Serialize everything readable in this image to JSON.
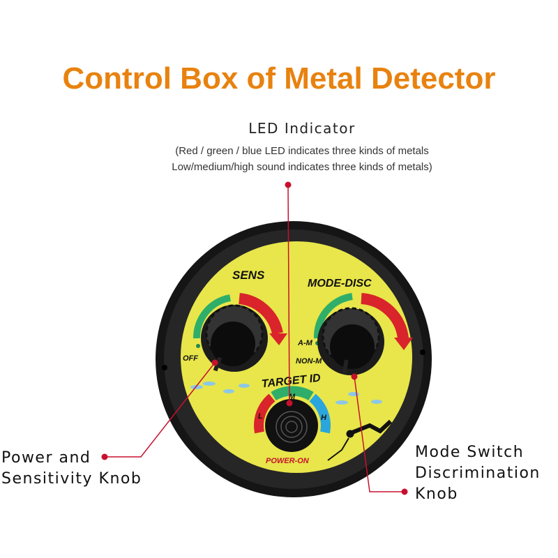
{
  "title": "Control Box of Metal Detector",
  "led": {
    "heading": "LED Indicator",
    "line1": "(Red / green / blue LED indicates three kinds of metals",
    "line2": "Low/medium/high sound indicates three kinds of metals)"
  },
  "callouts": {
    "power_line1": "Power and",
    "power_line2": "Sensitivity Knob",
    "mode_line1": "Mode Switch",
    "mode_line2": "Discrimination",
    "mode_line3": "Knob"
  },
  "device": {
    "sens": "SENS",
    "mode_disc": "MODE-DISC",
    "off": "OFF",
    "am": "A-M",
    "nonm": "NON-M",
    "target_id": "TARGET ID",
    "low": "L",
    "mid": "M",
    "high": "H",
    "power_on": "POWER-ON"
  },
  "colors": {
    "accent": "#e8820f",
    "callout_line": "#c8102e",
    "face": "#e8e64a"
  }
}
